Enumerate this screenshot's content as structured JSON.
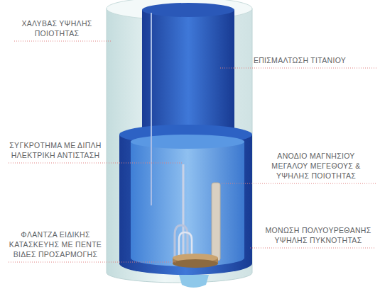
{
  "diagram": {
    "labels": [
      "ΧΑΛΥΒΑΣ ΥΨΗΛΗΣ ΠΟΙΟΤΗΤΑΣ",
      "ΕΠΙΣΜΑΛΤΩΣΗ ΤΙΤΑΝΙΟΥ",
      "ΣΥΓΚΡΟΤΗΜΑ ΜΕ ΔΙΠΛΗ ΗΛΕΚΤΡΙΚΗ ΑΝΤΙΣΤΑΣΗ",
      "ΑΝΟΔΙΟ ΜΑΓΝΗΣΙΟΥ ΜΕΓΑΛΟΥ ΜΕΓΕΘΟΥΣ & ΥΨΗΛΗΣ ΠΟΙΟΤΗΤΑΣ",
      "ΜΟΝΩΣΗ ΠΟΛΥΟΥΡΕΘΑΝΗΣ ΥΨΗΛΗΣ ΠΥΚΝΟΤΗΤΑΣ",
      "ΦΛΑΝΤΖΑ ΕΙΔΙΚΗΣ ΚΑΤΑΣΚΕΥΗΣ ΜΕ ΠΕΝΤΕ ΒΙΔΕΣ ΠΡΟΣΑΡΜΟΓΗΣ"
    ]
  }
}
